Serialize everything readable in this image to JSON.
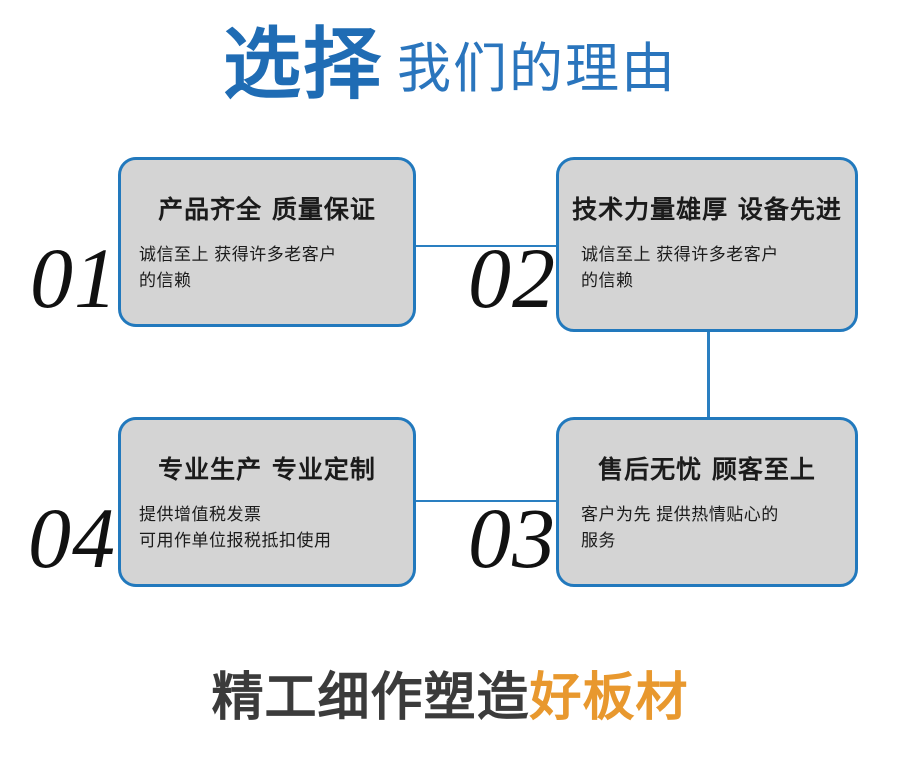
{
  "heading": {
    "strong": "选择",
    "light": "我们的理由",
    "strong_color": "#1f6cb4",
    "light_color": "#2a75bd"
  },
  "theme": {
    "card_border": "#2279bd",
    "card_fill": "#d4d4d4",
    "connector": "#2a7fc1",
    "number_color": "#111111",
    "accent_orange": "#e8982e",
    "tagline_dark": "#3b3b3b",
    "background": "#ffffff"
  },
  "cards": [
    {
      "number": "01",
      "title": "产品齐全 质量保证",
      "body_line1": "诚信至上 获得许多老客户",
      "body_line2": "的信赖"
    },
    {
      "number": "02",
      "title": "技术力量雄厚 设备先进",
      "body_line1": "诚信至上 获得许多老客户",
      "body_line2": "的信赖"
    },
    {
      "number": "03",
      "title": "售后无忧 顾客至上",
      "body_line1": "客户为先 提供热情贴心的",
      "body_line2": "服务"
    },
    {
      "number": "04",
      "title": "专业生产 专业定制",
      "body_line1": "提供增值税发票",
      "body_line2": "可用作单位报税抵扣使用"
    }
  ],
  "tagline": {
    "dark": "精工细作塑造",
    "accent": "好板材"
  }
}
